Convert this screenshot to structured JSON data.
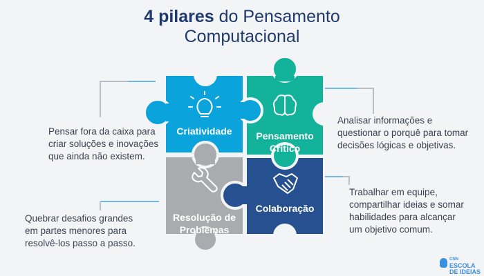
{
  "title": {
    "bold": "4 pilares",
    "rest": " do Pensamento",
    "line2": "Computacional"
  },
  "pillars": [
    {
      "label": "Criatividade",
      "icon": "lightbulb-icon",
      "color": "#0aa3dc",
      "description": [
        "Pensar fora da caixa para",
        "criar soluções e inovações",
        "que ainda não existem."
      ]
    },
    {
      "label": "Pensamento Crítico",
      "icon": "brain-icon",
      "color": "#12b39a",
      "description": [
        "Analisar informações e",
        "questionar o porquê para tomar",
        "decisões lógicas e objetivas."
      ]
    },
    {
      "label": "Resolução de Problemas",
      "icon": "wrench-icon",
      "color": "#a9abae",
      "description": [
        "Quebrar desafios grandes",
        "em partes menores para",
        "resolvê-los passo a passo."
      ]
    },
    {
      "label": "Colaboração",
      "icon": "handshake-icon",
      "color": "#26508f",
      "description": [
        "Trabalhar em equipe,",
        "compartilhar ideias e somar",
        "habilidades para alcançar",
        "um objetivo comum."
      ]
    }
  ],
  "logo": {
    "small": "CNN",
    "line1": "ESCOLA",
    "line2": "DE IDEIAS"
  }
}
